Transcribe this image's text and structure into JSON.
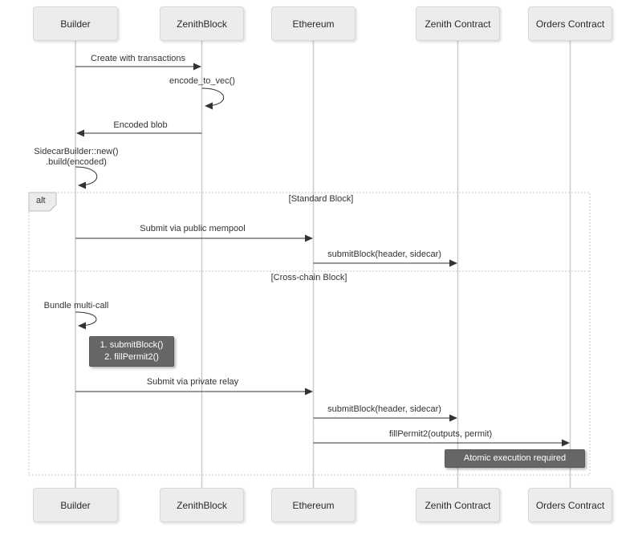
{
  "participants": [
    "Builder",
    "ZenithBlock",
    "Ethereum",
    "Zenith Contract",
    "Orders Contract"
  ],
  "alt_frame": {
    "label": "alt",
    "sections": [
      "[Standard Block]",
      "[Cross-chain Block]"
    ]
  },
  "messages": {
    "create": "Create with transactions",
    "encode_self": "encode_to_vec()",
    "encoded_blob": "Encoded blob",
    "sidecar_build_line1": "SidecarBuilder::new()",
    "sidecar_build_line2": ".build(encoded)",
    "submit_public": "Submit via public mempool",
    "submit_block_1": "submitBlock(header, sidecar)",
    "bundle_self": "Bundle multi-call",
    "submit_private": "Submit via private relay",
    "submit_block_2": "submitBlock(header, sidecar)",
    "fill_permit": "fillPermit2(outputs, permit)"
  },
  "notes": {
    "multicall_line1": "1. submitBlock()",
    "multicall_line2": "2. fillPermit2()",
    "atomic": "Atomic execution required"
  },
  "colors": {
    "actor_fill": "#ececec",
    "actor_border": "#d7d7d7",
    "lifeline": "#cccccc",
    "arrow": "#333333",
    "frame_border": "#cccccc",
    "note_fill": "#666666",
    "note_text": "#ffffff",
    "text": "#333333",
    "background": "#ffffff"
  }
}
